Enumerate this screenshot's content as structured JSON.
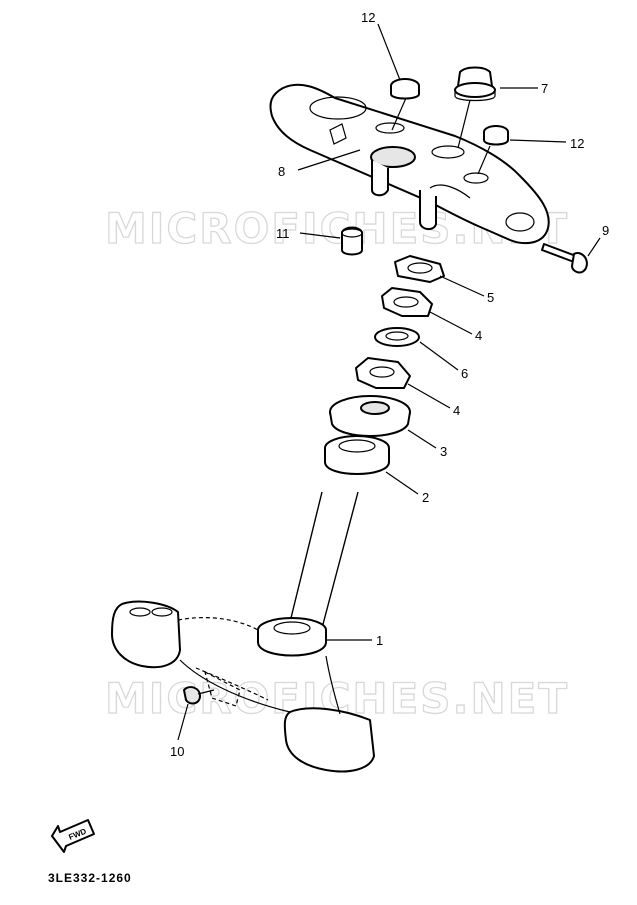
{
  "diagram": {
    "watermark_text": "MICROFICHES.NET",
    "drawing_code": "3LE332-1260",
    "front_arrow_label": "FWD",
    "callouts": [
      {
        "id": "c12a",
        "label": "12"
      },
      {
        "id": "c7",
        "label": "7"
      },
      {
        "id": "c12b",
        "label": "12"
      },
      {
        "id": "c8",
        "label": "8"
      },
      {
        "id": "c11",
        "label": "11"
      },
      {
        "id": "c9",
        "label": "9"
      },
      {
        "id": "c5",
        "label": "5"
      },
      {
        "id": "c4a",
        "label": "4"
      },
      {
        "id": "c6",
        "label": "6"
      },
      {
        "id": "c4b",
        "label": "4"
      },
      {
        "id": "c3",
        "label": "3"
      },
      {
        "id": "c2",
        "label": "2"
      },
      {
        "id": "c1",
        "label": "1"
      },
      {
        "id": "c10",
        "label": "10"
      }
    ]
  }
}
